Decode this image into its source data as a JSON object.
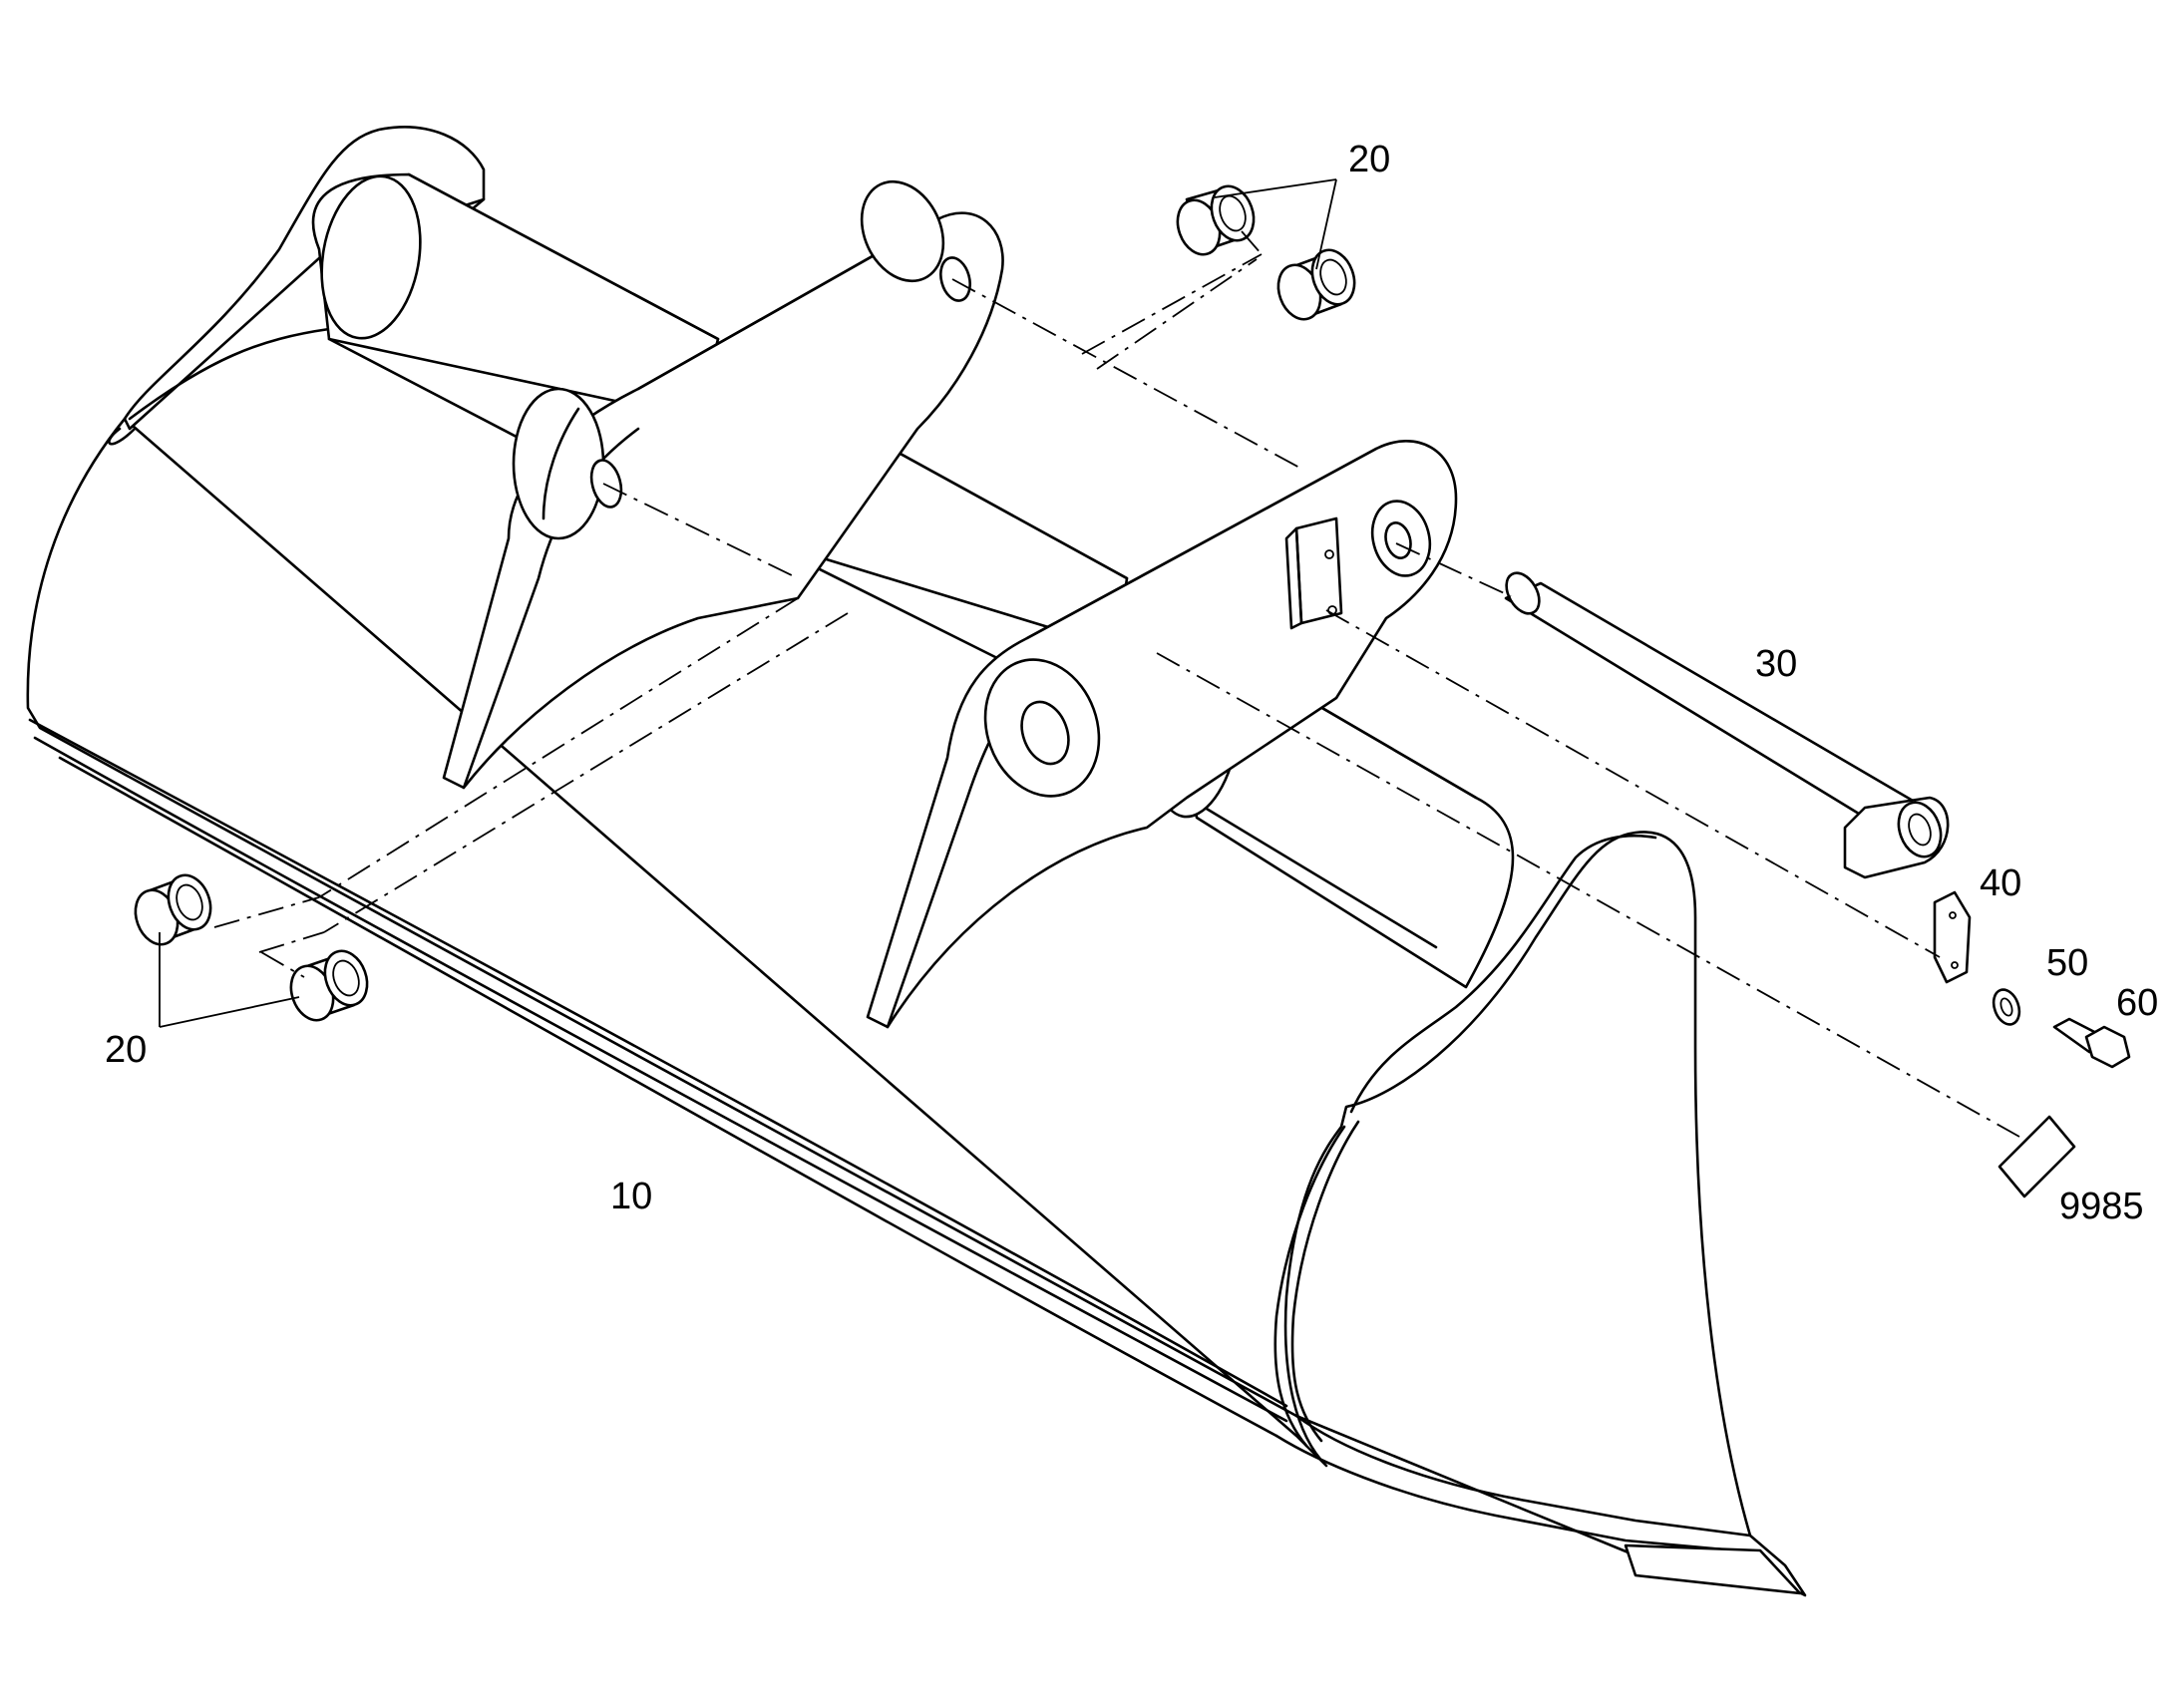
{
  "callouts": {
    "c20_top": "20",
    "c20_bottom": "20",
    "c30": "30",
    "c40": "40",
    "c50": "50",
    "c60": "60",
    "c9985": "9985",
    "c10": "10"
  }
}
